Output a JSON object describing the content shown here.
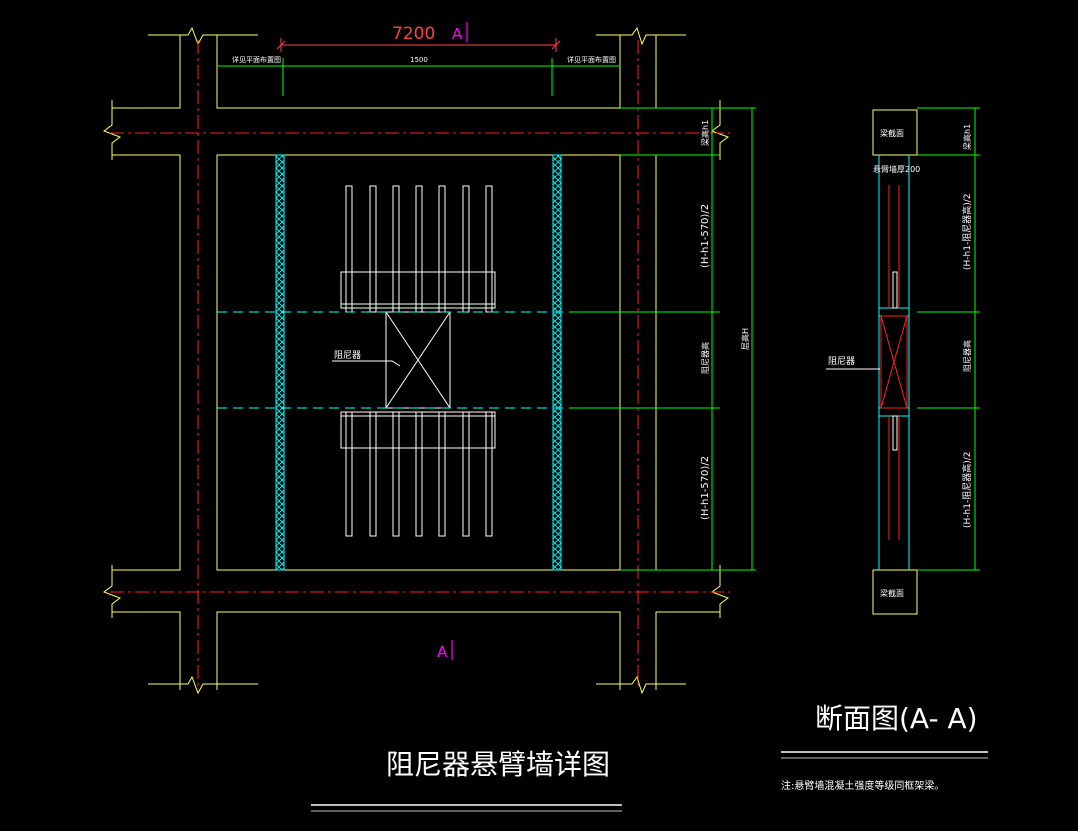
{
  "colors": {
    "background": "#000000",
    "wall": "#ffff66",
    "axis": "#ff2020",
    "dim": "#00ff00",
    "hatch": "#00ffff",
    "damper": "#ffffff",
    "section_mark": "#ff00ff",
    "dim_text_red": "#ff4040",
    "label": "#ffffff"
  },
  "plan": {
    "axis_span": "7200",
    "section_letter_top": "A",
    "section_letter_bottom": "A",
    "top_dim_middle": "1500",
    "top_dim_left_label": "详见平面布置图",
    "top_dim_right_label": "详见平面布置图",
    "damper_label": "阻尼器",
    "right_dims": {
      "top": "梁高h1",
      "upper": "(H-h1-570)/2",
      "middle": "阻尼器高",
      "lower": "(H-h1-570)/2",
      "total": "层高H"
    },
    "title": "阻尼器悬臂墙详图"
  },
  "section": {
    "beam_label_top": "梁截面",
    "beam_label_bottom": "梁截面",
    "wall_thickness": "悬臂墙厚200",
    "damper_label": "阻尼器",
    "right_dims": {
      "top": "梁高h1",
      "upper": "(H-h1-阻尼器高)/2",
      "middle": "阻尼器高",
      "lower": "(H-h1-阻尼器高)/2"
    },
    "title": "断面图(A- A)",
    "note": "注:悬臂墙混凝土强度等级同框架梁。"
  }
}
